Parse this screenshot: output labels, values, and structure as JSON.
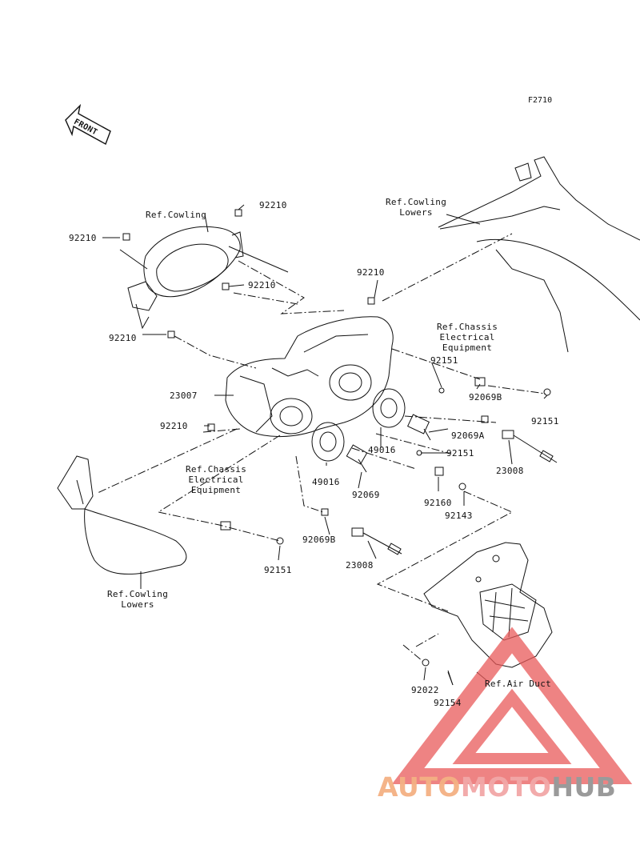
{
  "figure_code": "F2710",
  "front_arrow": "FRONT",
  "refs": {
    "cowling_top": "Ref.Cowling",
    "cowling_lowers_right": "Ref.Cowling\nLowers",
    "chassis_right": "Ref.Chassis\nElectrical\nEquipment",
    "chassis_left": "Ref.Chassis\nElectrical\nEquipment",
    "cowling_lowers_left": "Ref.Cowling\nLowers",
    "air_duct": "Ref.Air Duct"
  },
  "parts": {
    "p92210_a": "92210",
    "p92210_b": "92210",
    "p92210_c": "92210",
    "p92210_d": "92210",
    "p92210_e": "92210",
    "p92210_f": "92210",
    "p23007": "23007",
    "p92151_a": "92151",
    "p92069B_a": "92069B",
    "p92151_b": "92151",
    "p92069A": "92069A",
    "p92151_c": "92151",
    "p49016_a": "49016",
    "p23008_a": "23008",
    "p49016_b": "49016",
    "p92069": "92069",
    "p92160": "92160",
    "p92143": "92143",
    "p92069B_b": "92069B",
    "p92151_d": "92151",
    "p23008_b": "23008",
    "p92022": "92022",
    "p92154": "92154"
  },
  "watermark": {
    "part1": "AUTO",
    "part2": "MOTO",
    "part3": "HUB"
  },
  "colors": {
    "line": "#111111",
    "watermark_orange": "#f4b183",
    "watermark_red": "#e85a5a",
    "watermark_gray": "#9a9a9a"
  }
}
